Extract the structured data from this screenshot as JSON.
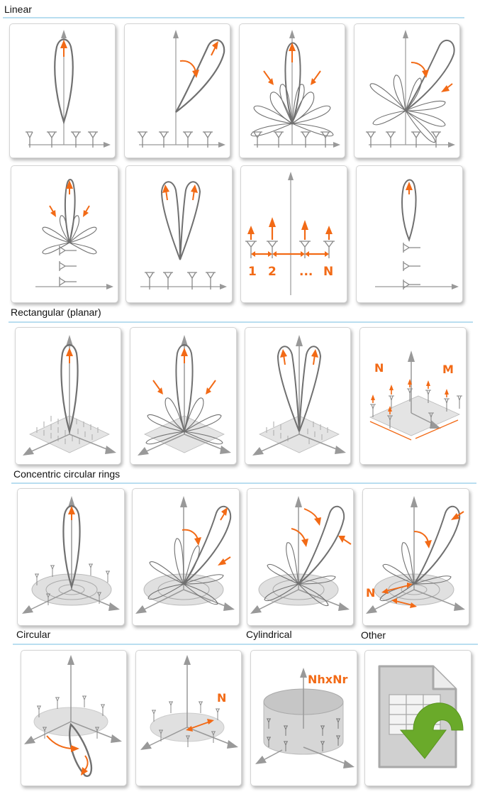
{
  "sections": {
    "linear": {
      "label": "Linear"
    },
    "rectangular": {
      "label": "Rectangular (planar)"
    },
    "concentric": {
      "label": "Concentric circular rings"
    },
    "circular": {
      "label": "Circular"
    },
    "cylindrical": {
      "label": "Cylindrical"
    },
    "other": {
      "label": "Other"
    }
  },
  "card_labels": {
    "linear_spacing_1": "1",
    "linear_spacing_2": "2",
    "linear_spacing_dots": "...",
    "linear_spacing_n": "N",
    "planar_n": "N",
    "planar_m": "M",
    "rings_n": "N",
    "circular_n": "N",
    "cylindrical_dims": "NhxNr"
  },
  "colors": {
    "accent": "#f26a16",
    "lobe": "#707070",
    "axis": "#999999",
    "section_rule": "#b9def0",
    "import_arrow": "#6aaa2a"
  },
  "icons": {
    "other": "spreadsheet-import-icon"
  }
}
